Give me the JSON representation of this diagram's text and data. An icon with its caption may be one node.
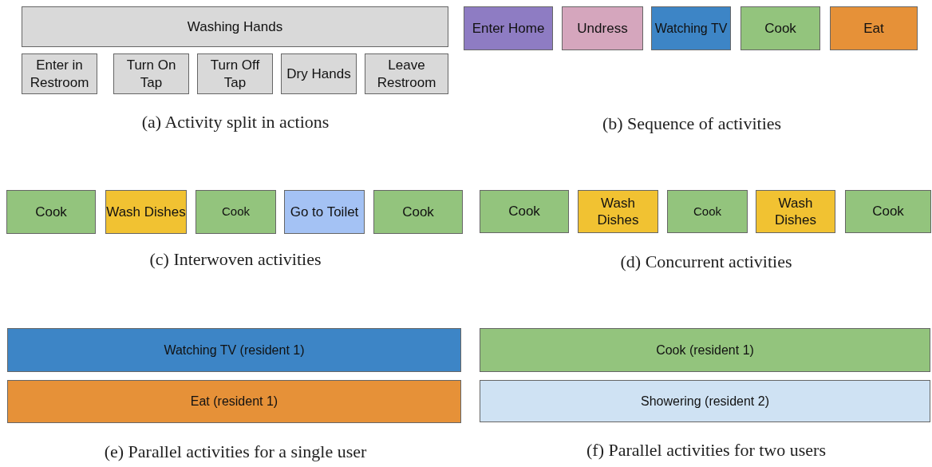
{
  "diagram": {
    "nodes": [
      {
        "text": [
          "Washing Hands"
        ]
      },
      {
        "text": [
          "Enter in Restroom"
        ]
      },
      {
        "text": [
          "Turn On Tap"
        ]
      },
      {
        "text": [
          "Turn Off Tap"
        ]
      },
      {
        "text": [
          "Dry Hands"
        ]
      },
      {
        "text": [
          "Leave Restroom"
        ]
      },
      {
        "text": [
          "Enter Home"
        ]
      },
      {
        "text": [
          "Undress"
        ]
      },
      {
        "text": [
          "Watching TV"
        ]
      },
      {
        "text": [
          "Cook"
        ]
      },
      {
        "text": [
          "Eat"
        ]
      },
      {
        "text": [
          "Cook"
        ]
      },
      {
        "text": [
          "Wash Dishes"
        ]
      },
      {
        "text": [
          "Cook"
        ]
      },
      {
        "text": [
          "Go to Toilet"
        ]
      },
      {
        "text": [
          "Cook"
        ]
      },
      {
        "text": [
          "Cook"
        ]
      },
      {
        "text": [
          "Wash Dishes"
        ]
      },
      {
        "text": [
          "Cook"
        ]
      },
      {
        "text": [
          "Wash Dishes"
        ]
      },
      {
        "text": [
          "Cook"
        ]
      },
      {
        "text": [
          "Watching TV (resident 1)"
        ]
      },
      {
        "text": [
          "Eat (resident 1)"
        ]
      },
      {
        "text": [
          "Cook (resident 1)"
        ]
      },
      {
        "text": [
          "Showering (resident 2)"
        ]
      }
    ],
    "labels": [
      "(a) Activity split in actions",
      "(b) Sequence of activities",
      "(c) Interwoven activities",
      "(d) Concurrent activities",
      "(e) Parallel activities for a single user",
      "(f) Parallel activities for two users"
    ]
  }
}
